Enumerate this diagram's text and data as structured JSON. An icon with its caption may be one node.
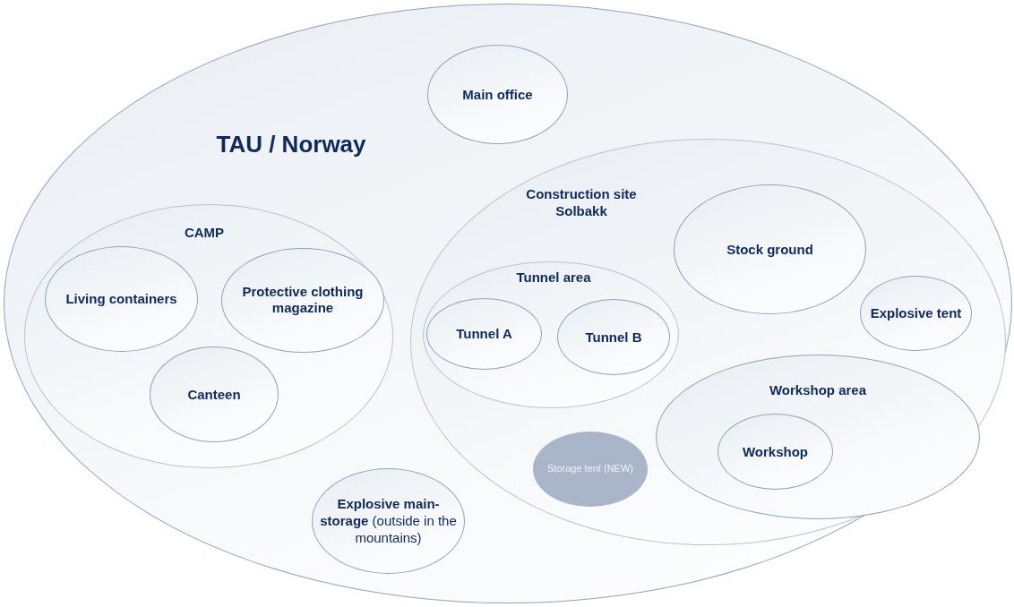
{
  "diagram": {
    "nodes": [
      {
        "text": [
          "TAU / Norway"
        ]
      },
      {
        "text": [
          "Main office"
        ],
        "in": 0
      },
      {
        "text": [
          "CAMP"
        ],
        "in": 0
      },
      {
        "text": [
          "Living containers"
        ],
        "in": 2
      },
      {
        "text": [
          "Protective clothing magazine"
        ],
        "in": 2
      },
      {
        "text": [
          "Canteen"
        ],
        "in": 2
      },
      {
        "text": [
          "Construction site Solbakk"
        ],
        "in": 0
      },
      {
        "text": [
          "Stock ground"
        ],
        "in": 6
      },
      {
        "text": [
          "Tunnel area"
        ],
        "in": 6
      },
      {
        "text": [
          "Tunnel A"
        ],
        "in": 8
      },
      {
        "text": [
          "Tunnel B"
        ],
        "in": 8
      },
      {
        "text": [
          "Explosive tent"
        ],
        "in": 6
      },
      {
        "text": [
          "Workshop area"
        ],
        "in": 6
      },
      {
        "text": [
          "Workshop"
        ],
        "in": 12
      },
      {
        "text": [
          "Storage tent (NEW)"
        ],
        "in": 6
      },
      {
        "text": [
          "**Explosive main-storage** (outside in the mountains)"
        ],
        "in": 0
      }
    ]
  }
}
